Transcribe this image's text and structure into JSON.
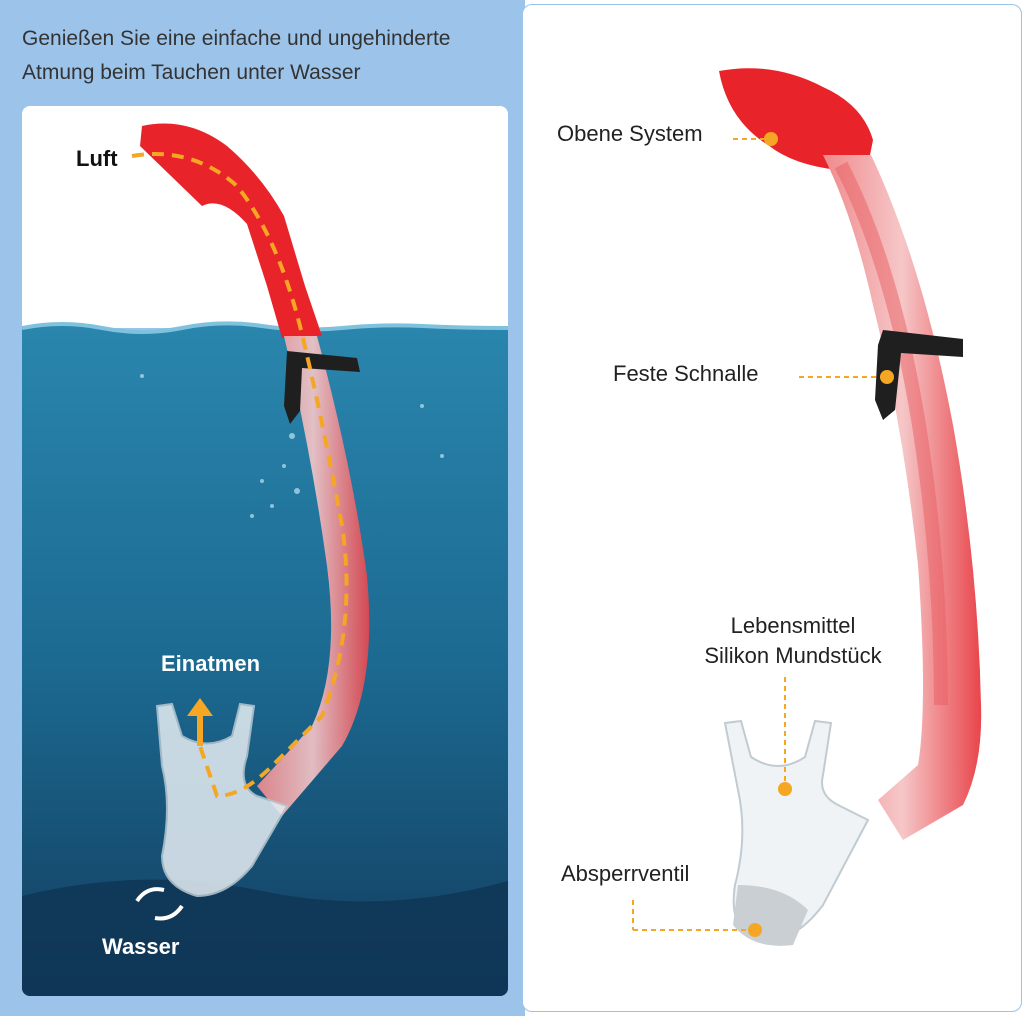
{
  "headline": {
    "line1": "Genießen Sie eine einfache und ungehinderte",
    "line2": "Atmung beim Tauchen unter Wasser"
  },
  "left_labels": {
    "air": "Luft",
    "inhale": "Einatmen",
    "water": "Wasser"
  },
  "right_labels": {
    "top_system": "Obene System",
    "fixed_buckle": "Feste Schnalle",
    "mouthpiece_line1": "Lebensmittel",
    "mouthpiece_line2": "Silikon Mundstück",
    "shutoff_valve": "Absperrventil"
  },
  "colors": {
    "panel_blue": "#9cc4ea",
    "tube_red": "#e8242a",
    "accent_orange": "#f5a623",
    "water_blue": "#1a6f96"
  }
}
